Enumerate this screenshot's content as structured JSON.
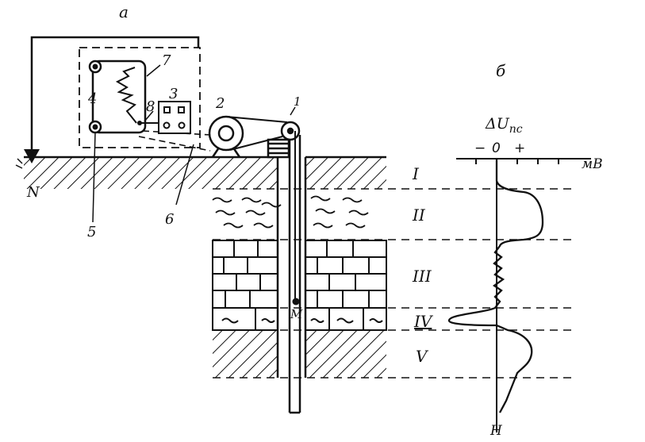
{
  "panel_a_label": "a",
  "panel_b_label": "б",
  "equipment_labels": {
    "sheave": "1",
    "winch": "2",
    "box": "3",
    "roller_top": "4",
    "roller_bottom": "5",
    "cable": "6",
    "trace": "7",
    "pen": "8"
  },
  "electrode_surface": "N",
  "electrode_probe": "M",
  "layers": [
    "I",
    "II",
    "III",
    "IV",
    "V"
  ],
  "curve": {
    "title": "ΔU",
    "title_sub": "пс",
    "minus": "−",
    "zero": "0",
    "plus": "+",
    "unit": "мВ",
    "bottom": "Н"
  }
}
